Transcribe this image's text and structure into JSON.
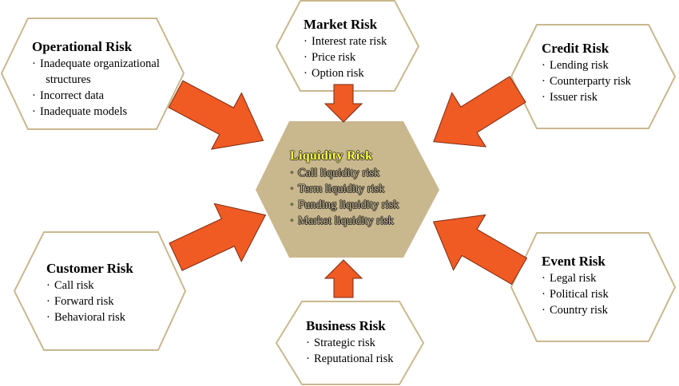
{
  "colors": {
    "arrow": "#f05a23",
    "arrow_outline": "#7a2a10",
    "hex_border": "#c9b88e",
    "center_fill": "#c9b88e",
    "center_title": "#ffff40"
  },
  "center": {
    "title": "Liquidity Risk",
    "items": [
      "Call liquidity risk",
      "Term liquidity risk",
      "Funding liquidity risk",
      "Market liquidity risk"
    ]
  },
  "operational": {
    "title": "Operational Risk",
    "items": [
      "Inadequate organizational",
      "structures",
      "Incorrect data",
      "Inadequate models"
    ]
  },
  "market": {
    "title": "Market Risk",
    "items": [
      "Interest rate risk",
      "Price risk",
      "Option risk"
    ]
  },
  "credit": {
    "title": "Credit Risk",
    "items": [
      "Lending risk",
      "Counterparty risk",
      "Issuer risk"
    ]
  },
  "customer": {
    "title": "Customer Risk",
    "items": [
      "Call risk",
      "Forward risk",
      "Behavioral risk"
    ]
  },
  "business": {
    "title": "Business Risk",
    "items": [
      "Strategic risk",
      "Reputational risk"
    ]
  },
  "event": {
    "title": "Event Risk",
    "items": [
      "Legal risk",
      "Political risk",
      "Country risk"
    ]
  },
  "bullet": "·"
}
